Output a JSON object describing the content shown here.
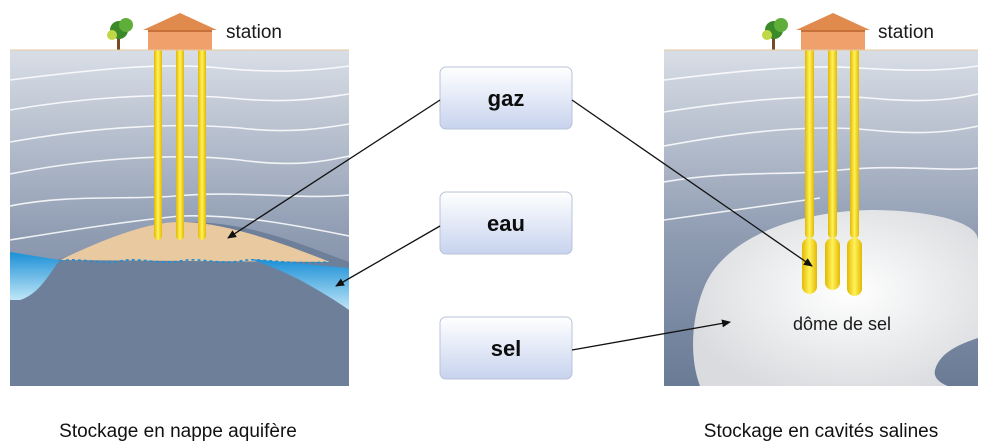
{
  "left_panel": {
    "station_label": "station",
    "caption": "Stockage en nappe aquifère"
  },
  "right_panel": {
    "station_label": "station",
    "dome_label": "dôme de sel",
    "caption": "Stockage en cavités salines"
  },
  "legend": {
    "gas": "gaz",
    "water": "eau",
    "salt": "sel"
  },
  "colors": {
    "ground_top": "#c8cfd8",
    "ground_bottom": "#6e7f99",
    "gas": "#e8c89e",
    "water": "#2aa6e0",
    "salt": "#f0f0f0",
    "pipe": "#f5d800",
    "house_roof": "#e08a4e",
    "tree": "#3a8a2a"
  }
}
